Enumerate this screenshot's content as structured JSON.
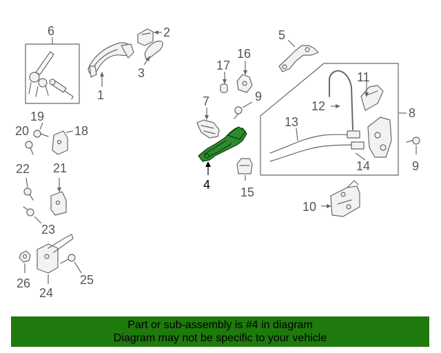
{
  "callouts": {
    "c1": "1",
    "c2": "2",
    "c3": "3",
    "c4": "4",
    "c5": "5",
    "c6": "6",
    "c7": "7",
    "c8": "8",
    "c9a": "9",
    "c9b": "9",
    "c10": "10",
    "c11": "11",
    "c12": "12",
    "c13": "13",
    "c14": "14",
    "c15": "15",
    "c16": "16",
    "c17": "17",
    "c18": "18",
    "c19": "19",
    "c20": "20",
    "c21": "21",
    "c22": "22",
    "c23": "23",
    "c24": "24",
    "c25": "25",
    "c26": "26"
  },
  "highlighted_part": "4",
  "banner": {
    "line1": "Part or sub-assembly is #4 in diagram",
    "line2": "Diagram may not be specific to your vehicle"
  },
  "colors": {
    "highlight_fill": "#2e8b2e",
    "banner_background": "#1e7a0c"
  }
}
